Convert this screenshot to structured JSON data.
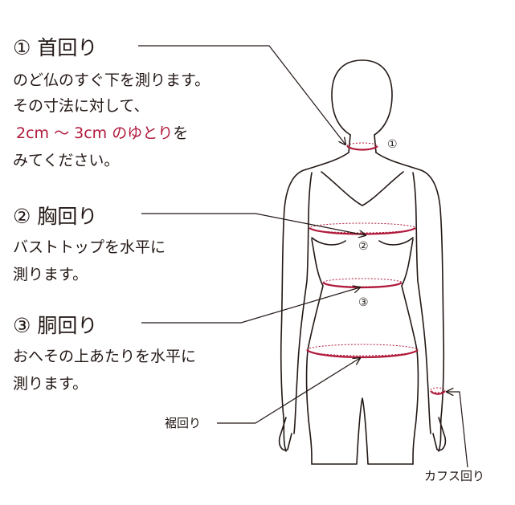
{
  "colors": {
    "line": "#231815",
    "accent": "#b0193a"
  },
  "sections": [
    {
      "heading": "① 首回り",
      "lines": [
        "のど仏のすぐ下を測ります。",
        "その寸法に対して、"
      ],
      "accent_line": "2cm 〜 3cm のゆとり",
      "accent_suffix": "を",
      "last_line": "みてください。"
    },
    {
      "heading": "② 胸回り",
      "lines": [
        "バストトップを水平に",
        "測ります。"
      ]
    },
    {
      "heading": "③ 胴回り",
      "lines": [
        "おへその上あたりを水平に",
        "測ります。"
      ]
    }
  ],
  "figure_labels": {
    "neck": "①",
    "chest": "②",
    "waist": "③"
  },
  "callouts": {
    "hem": "裾回り",
    "cuff": "カフス回り"
  }
}
